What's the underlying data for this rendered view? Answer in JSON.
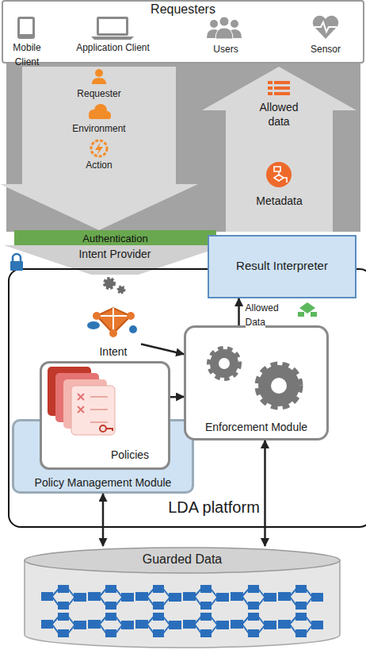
{
  "diagram": {
    "nodes": [
      {
        "text": [
          "Requesters"
        ]
      },
      {
        "text": [
          "Requester",
          "Environment",
          "Action"
        ]
      },
      {
        "text": [
          "Allowed data",
          "Metadata"
        ]
      },
      {
        "text": [
          "Authentication"
        ]
      },
      {
        "text": [
          "Intent Provider"
        ]
      },
      {
        "text": [
          "LDA platform"
        ]
      },
      {
        "text": [
          "Result Interpreter"
        ],
        "in": 5
      },
      {
        "text": [
          "Intent"
        ],
        "in": 5
      },
      {
        "text": [
          "Policy Management Module"
        ],
        "in": 5
      },
      {
        "text": [
          "Policies"
        ],
        "in": 8
      },
      {
        "text": [
          "Enforcement Module"
        ],
        "in": 5
      },
      {
        "text": [
          "Guarded Data"
        ]
      }
    ],
    "edges": [
      {
        "from": 7,
        "to": 10,
        "arrow": "to"
      },
      {
        "from": 9,
        "to": 10,
        "arrow": "to"
      },
      {
        "from": 10,
        "to": 6,
        "arrow": "to",
        "label": "Allowed Data"
      },
      {
        "from": 8,
        "to": 11,
        "arrow": "both"
      },
      {
        "from": 10,
        "to": 11,
        "arrow": "both"
      }
    ],
    "labels": [
      "Mobile Client",
      "Application Client",
      "Users",
      "Sensor"
    ]
  }
}
